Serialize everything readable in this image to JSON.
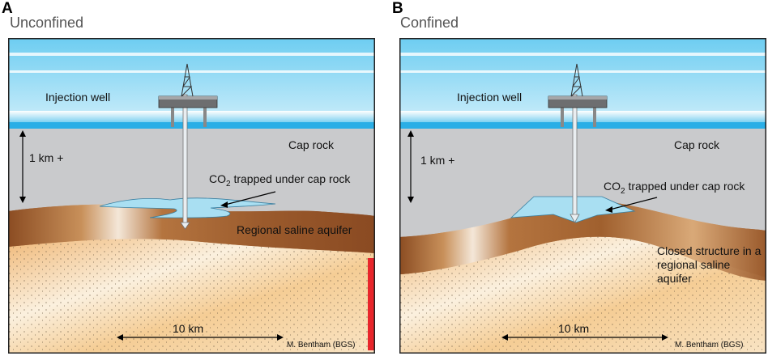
{
  "panels": [
    {
      "letter": "A",
      "title": "Unconfined",
      "injection_well": "Injection well",
      "cap_rock": "Cap rock",
      "depth": "1 km +",
      "co2_prefix": "CO",
      "co2_sub": "2",
      "co2_suffix": " trapped under cap rock",
      "aquifer": "Regional saline aquifer",
      "scale": "10 km",
      "credit": "M. Bentham (BGS)"
    },
    {
      "letter": "B",
      "title": "Confined",
      "injection_well": "Injection well",
      "cap_rock": "Cap rock",
      "depth": "1 km +",
      "co2_prefix": "CO",
      "co2_sub": "2",
      "co2_suffix": " trapped under cap rock",
      "aquifer": "Closed structure in a regional saline aquifer",
      "scale": "10 km",
      "credit": "M. Bentham (BGS)"
    }
  ],
  "colors": {
    "sea": "#4fc3ec",
    "cap_rock": "#c8c9cb",
    "aquifer": "#9c5a2c",
    "co2": "#a9dff2",
    "sand": "#f3c98f",
    "marker": "#e8252b"
  }
}
